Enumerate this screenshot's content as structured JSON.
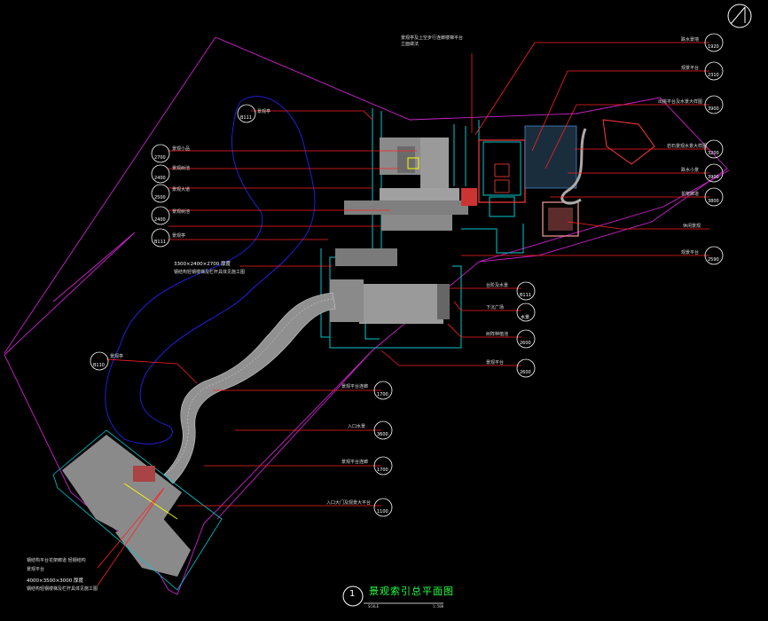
{
  "drawing": {
    "title": "景观索引总平面图",
    "title_number": "1",
    "scale_left": "SCALE",
    "scale_right": "1:500"
  },
  "colors": {
    "background": "#000000",
    "leader": "#ff2020",
    "boundary": "#cc22cc",
    "water_edge": "#2222ff",
    "building": "#00cccc",
    "paving": "#8a8a8a",
    "title": "#22ff44"
  },
  "callouts": [
    {
      "id": "c1",
      "label": "景观亭及上空步行连廊楼梯平台立面做法",
      "num": null,
      "side": "top"
    },
    {
      "id": "r1",
      "label": "跌水景墙",
      "num": "1",
      "sheet": "1920",
      "side": "right"
    },
    {
      "id": "r2",
      "label": "观景平台",
      "num": "1",
      "sheet": "2310",
      "side": "right"
    },
    {
      "id": "r3",
      "label": "出挑平台及水景大样图",
      "num": "1",
      "sheet": "3900",
      "side": "right"
    },
    {
      "id": "r4",
      "label": "岩石景观水景大样图",
      "num": "1",
      "sheet": "3200",
      "side": "right"
    },
    {
      "id": "r5",
      "label": "跌水小景",
      "num": "1",
      "sheet": "3900",
      "side": "right"
    },
    {
      "id": "r6",
      "label": "花架廊道",
      "num": "1",
      "sheet": "3800",
      "side": "right"
    },
    {
      "id": "r7",
      "label": "休闲景观",
      "num": null,
      "side": "right"
    },
    {
      "id": "r8",
      "label": "观景平台",
      "num": "1",
      "sheet": "2590",
      "side": "right"
    },
    {
      "id": "m1",
      "label": "台阶及水景",
      "num": "1",
      "sheet": "B111",
      "side": "right"
    },
    {
      "id": "m2",
      "label": "下沉广场",
      "num": "2",
      "sheet": "水景",
      "side": "right"
    },
    {
      "id": "m3",
      "label": "树阵种植池",
      "num": "1",
      "sheet": "2600",
      "side": "right"
    },
    {
      "id": "m4",
      "label": "景观平台",
      "num": "1",
      "sheet": "2600",
      "side": "right"
    },
    {
      "id": "m5",
      "label": "景观平台连廊",
      "num": "1",
      "sheet": "1700",
      "side": "right"
    },
    {
      "id": "m6",
      "label": "入口水景",
      "num": "1",
      "sheet": "3600",
      "side": "right"
    },
    {
      "id": "m7",
      "label": "景观平台连廊",
      "num": "1",
      "sheet": "1700",
      "side": "right"
    },
    {
      "id": "m8",
      "label": "入口大门及观景大平台",
      "num": "1",
      "sheet": "1100",
      "side": "right"
    },
    {
      "id": "l1",
      "label": "景观亭",
      "num": "1",
      "sheet": "B111",
      "side": "left"
    },
    {
      "id": "l2",
      "label": "景观小品",
      "num": "1",
      "sheet": "2700",
      "side": "left"
    },
    {
      "id": "l3",
      "label": "景观树池",
      "num": "1",
      "sheet": "2400",
      "side": "left"
    },
    {
      "id": "l4",
      "label": "景观大道",
      "num": "1",
      "sheet": "2500",
      "side": "left"
    },
    {
      "id": "l5",
      "label": "景观树池",
      "num": "1",
      "sheet": "2400",
      "side": "left"
    },
    {
      "id": "l6",
      "label": "景观亭",
      "num": "1",
      "sheet": "B111",
      "side": "left"
    },
    {
      "id": "l7",
      "label": "景观亭",
      "num": "1",
      "sheet": "B110",
      "side": "left"
    }
  ],
  "notes": {
    "mid_dim": "3300×2400×2700 厚度",
    "mid_note": "钢结构轻钢楼梯及栏杆具体见施工图",
    "bottom_a": "钢结构平台花架廊道 轻钢结构",
    "bottom_b": "景观平台",
    "bottom_dim": "4000×3500×3000 厚度",
    "bottom_note": "钢结构轻钢楼梯及栏杆具体见施工图"
  },
  "north_arrow": "north-arrow"
}
